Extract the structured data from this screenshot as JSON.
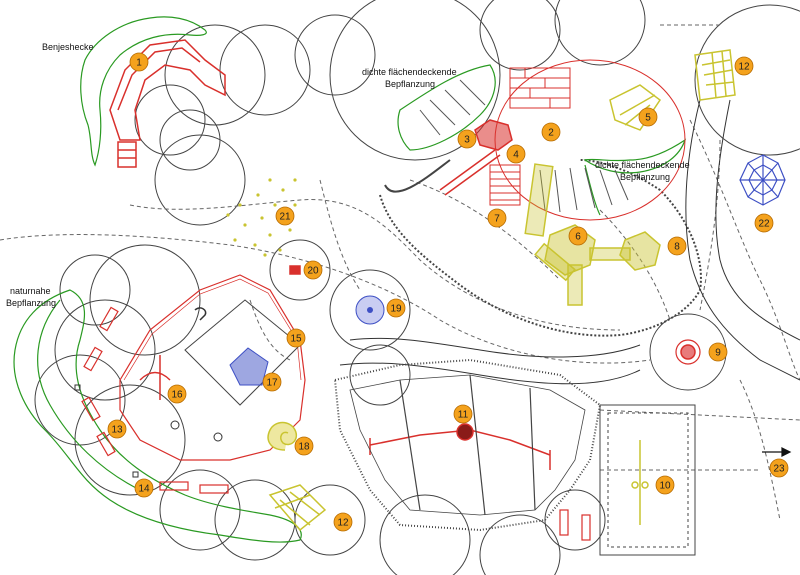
{
  "labels": {
    "benjeshecke": "Benjeshecke",
    "dichte_1": "dichte flächendeckende",
    "bepflanzung_1": "Bepflanzung",
    "dichte_2": "dichte flächendeckende",
    "bepflanzung_2": "Bepflanzung",
    "naturnahe_1": "naturnahe",
    "naturnahe_2": "Bepflanzung"
  },
  "markers": [
    {
      "id": "m1",
      "label": "1"
    },
    {
      "id": "m2",
      "label": "2"
    },
    {
      "id": "m3",
      "label": "3"
    },
    {
      "id": "m4",
      "label": "4"
    },
    {
      "id": "m5",
      "label": "5"
    },
    {
      "id": "m6",
      "label": "6"
    },
    {
      "id": "m7",
      "label": "7"
    },
    {
      "id": "m8",
      "label": "8"
    },
    {
      "id": "m9",
      "label": "9"
    },
    {
      "id": "m10",
      "label": "10"
    },
    {
      "id": "m11",
      "label": "11"
    },
    {
      "id": "m12a",
      "label": "12"
    },
    {
      "id": "m12b",
      "label": "12"
    },
    {
      "id": "m13",
      "label": "13"
    },
    {
      "id": "m14",
      "label": "14"
    },
    {
      "id": "m15",
      "label": "15"
    },
    {
      "id": "m16",
      "label": "16"
    },
    {
      "id": "m17",
      "label": "17"
    },
    {
      "id": "m18",
      "label": "18"
    },
    {
      "id": "m19",
      "label": "19"
    },
    {
      "id": "m20",
      "label": "20"
    },
    {
      "id": "m21",
      "label": "21"
    },
    {
      "id": "m22",
      "label": "22"
    },
    {
      "id": "m23",
      "label": "23"
    }
  ],
  "colors": {
    "marker_fill": "#f4a21d",
    "marker_stroke": "#b56a00",
    "play_red": "#d9302c",
    "hedge_green": "#2a9a22",
    "wood_yellow": "#c9c430",
    "water_blue": "#3d4fc4",
    "line_gray": "#555555"
  }
}
